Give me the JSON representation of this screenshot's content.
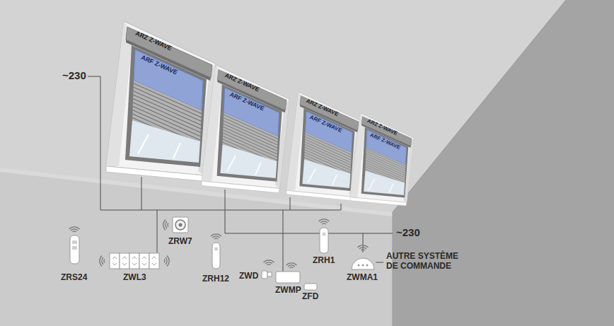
{
  "diagram": {
    "labels": [
      "~230",
      "ARZ Z-WAVE",
      "ARF Z-WAVE",
      "ARZ Z-WAVE",
      "ARF Z-WAVE",
      "ARZ Z-WAVE",
      "ARF Z-WAVE",
      "ARZ Z-WAVE",
      "ARF Z-WAVE",
      "~230",
      "ZRW7",
      "ZRS24",
      "ZWL3",
      "ZRH12",
      "ZRH1",
      "AUTRE SYSTÈME DE COMMANDE",
      "ZWD",
      "ZWMP",
      "ZFD",
      "ZWMA1"
    ]
  }
}
